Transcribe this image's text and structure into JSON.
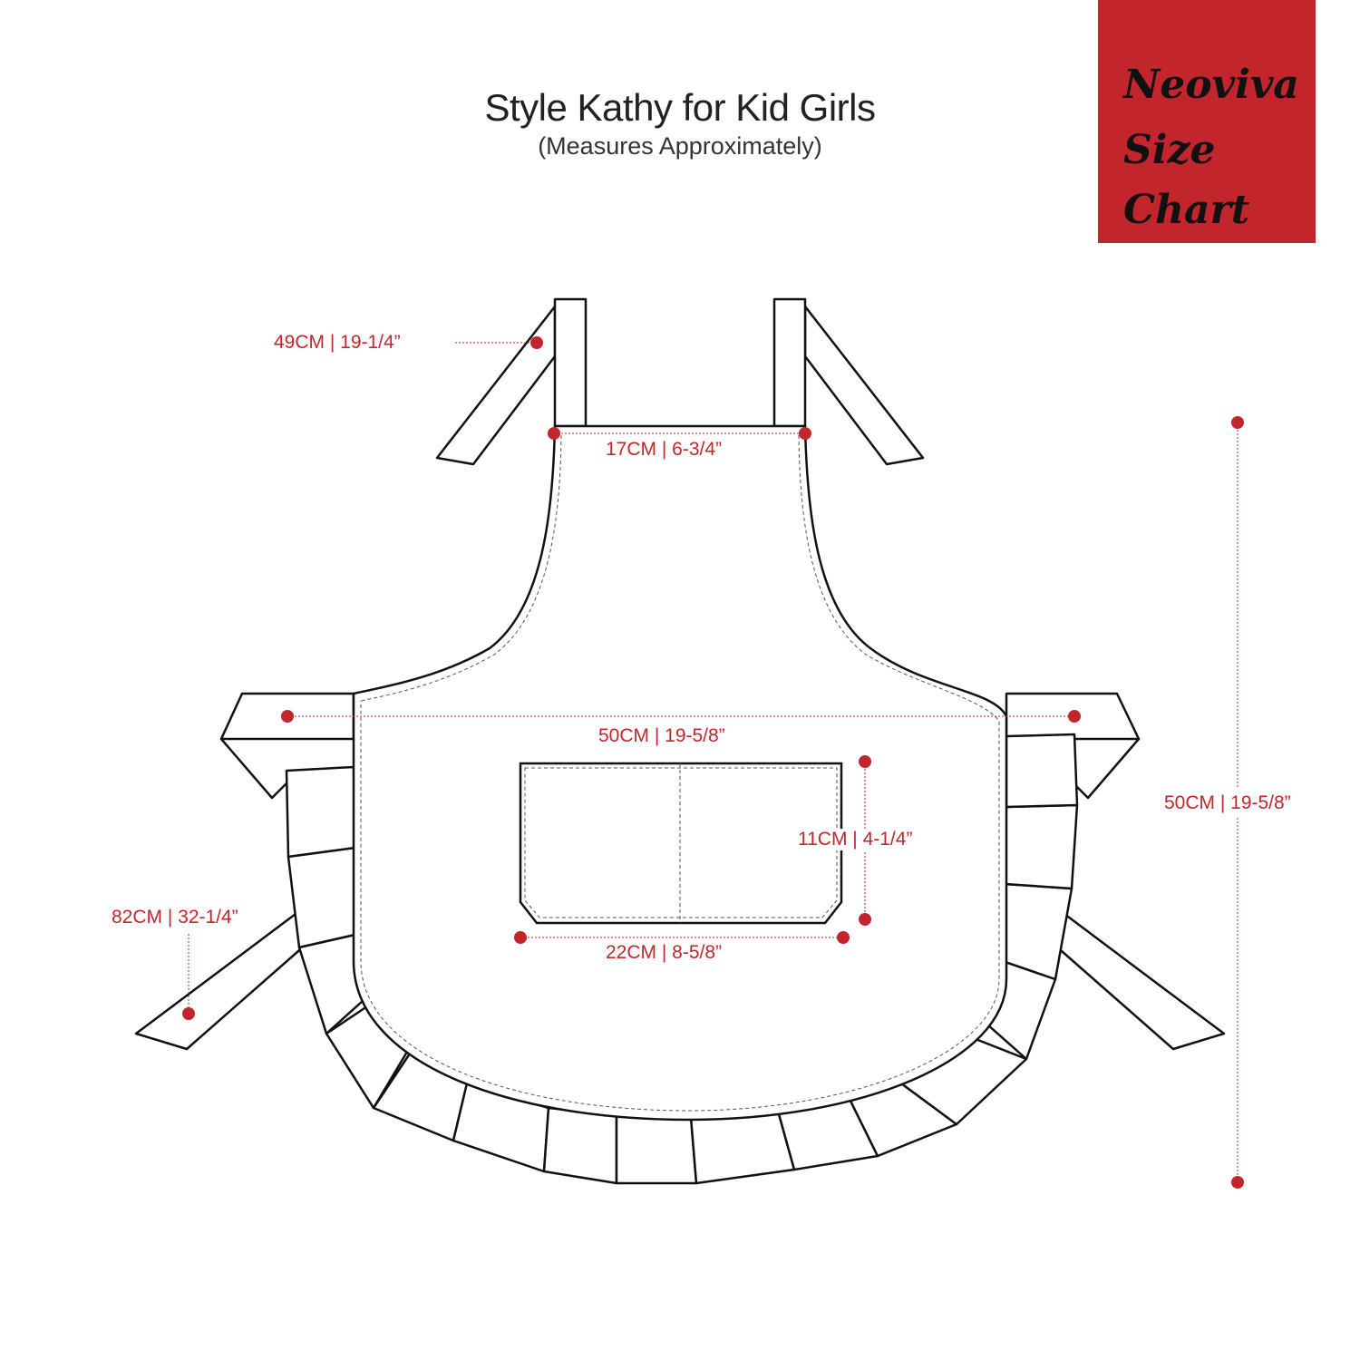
{
  "header": {
    "title": "Style Kathy for Kid Girls",
    "subtitle": "(Measures Approximately)"
  },
  "brand": {
    "line1": "Neoviva",
    "line2": "Size",
    "line3": "Chart",
    "background": "#c2262c"
  },
  "measurements": {
    "tie_length": "49CM | 19-1/4”",
    "neck_width": "17CM | 6-3/4”",
    "body_width": "50CM | 19-5/8”",
    "body_length": "50CM | 19-5/8”",
    "pocket_height": "11CM | 4-1/4”",
    "pocket_width": "22CM | 8-5/8”",
    "waist_tie_length": "82CM | 32-1/4”"
  },
  "colors": {
    "accent": "#c2262c",
    "outline": "#111111"
  }
}
